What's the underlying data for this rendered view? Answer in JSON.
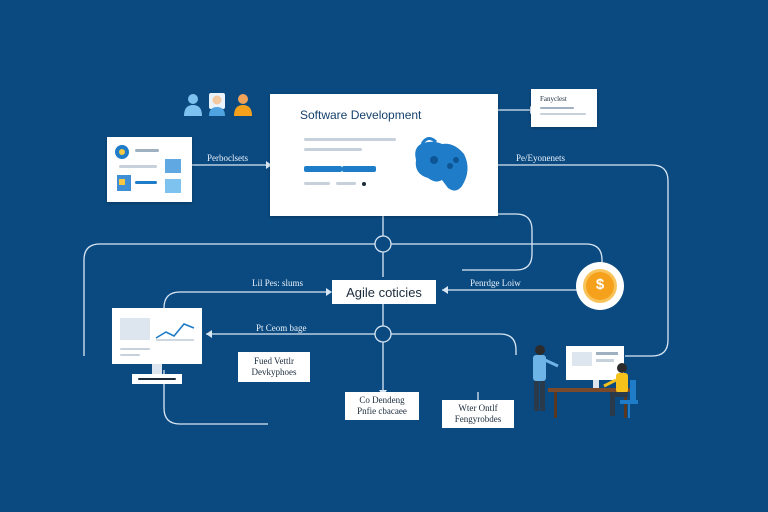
{
  "main_card": {
    "title": "Software Development"
  },
  "center_box": {
    "label": "Agile coticies"
  },
  "flow_labels": {
    "left_top": "Perboclsets",
    "right_top": "Pe/Eyonenets",
    "mid_left": "Lil Pes: slums",
    "mid_right": "Penrdge Loiw",
    "lower_left": "Pt Ceom bage"
  },
  "boxes": {
    "left": [
      "Fued Vettlr",
      "Devkyphoes"
    ],
    "bottom_center": [
      "Co Dendeng",
      "Pnfie cbacaee"
    ],
    "bottom_right": [
      "Wter Ontlf",
      "Fengyrobdes"
    ]
  },
  "top_right_card": {
    "title": "Fanyclest"
  },
  "coin": {
    "symbol": "$"
  },
  "colors": {
    "background": "#0b4a80",
    "accent_blue": "#1e7cc8",
    "coin_orange": "#f5a11c",
    "wire": "#d9e6f3"
  },
  "icons": [
    "team-icon",
    "gamepad-icon",
    "dollar-coin-icon",
    "monitor-icon",
    "line-chart-icon"
  ]
}
